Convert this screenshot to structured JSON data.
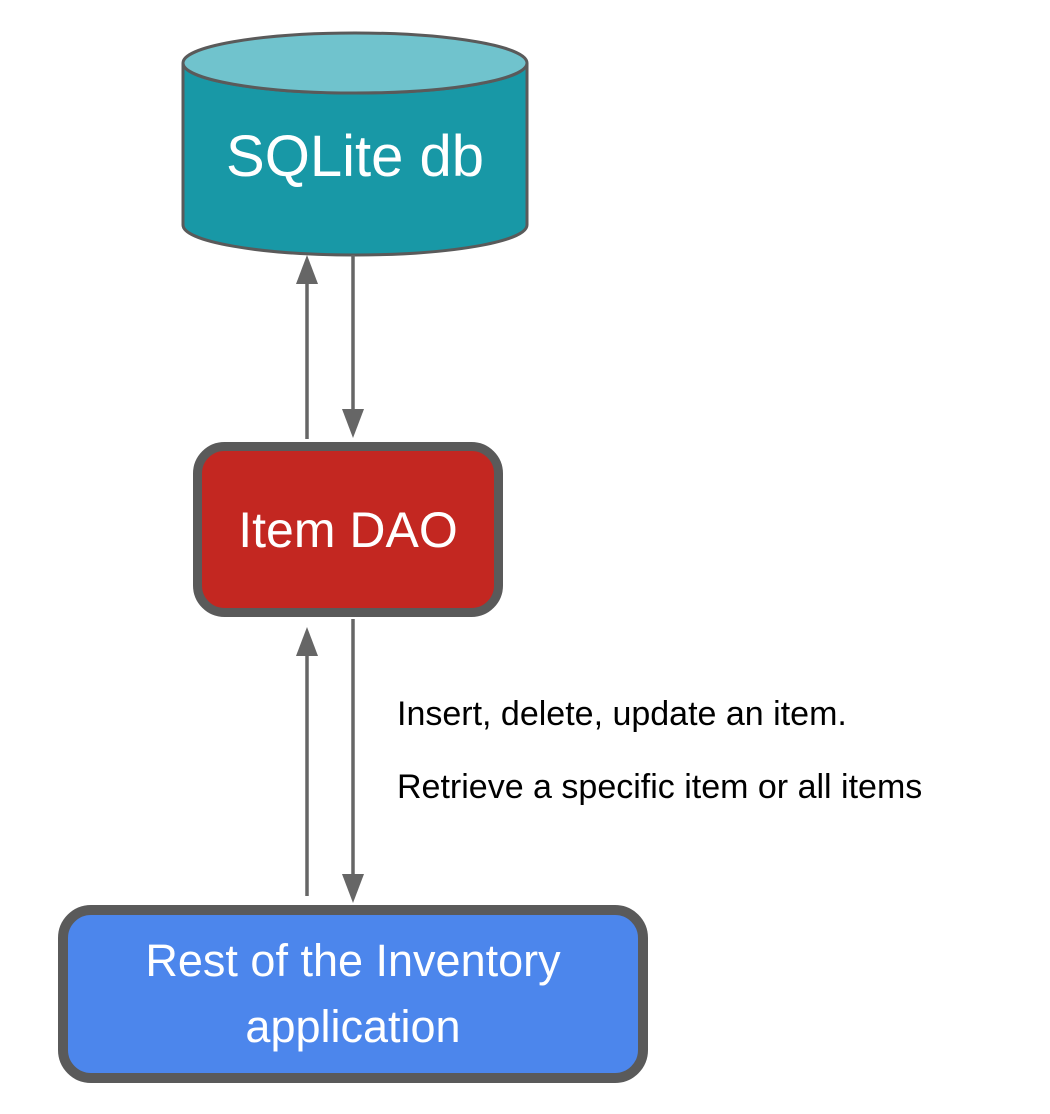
{
  "nodes": {
    "database": {
      "label": "SQLite db",
      "shape": "cylinder"
    },
    "dao": {
      "label": "Item DAO",
      "shape": "rounded-rectangle"
    },
    "app": {
      "label": "Rest of the Inventory application",
      "shape": "rounded-rectangle"
    }
  },
  "edges": [
    {
      "from": "dao",
      "to": "database",
      "direction": "up"
    },
    {
      "from": "database",
      "to": "dao",
      "direction": "down"
    },
    {
      "from": "app",
      "to": "dao",
      "direction": "up"
    },
    {
      "from": "dao",
      "to": "app",
      "direction": "down"
    }
  ],
  "annotation": {
    "line1": "Insert, delete, update an item.",
    "line2": "Retrieve a specific item or all items"
  },
  "colors": {
    "db_body": "#1898a6",
    "db_top": "#70c3cd",
    "dao_fill": "#c32721",
    "app_fill": "#4c86ec",
    "node_border": "#5a5a5a",
    "arrow": "#666666",
    "label_text": "#ffffff",
    "annotation_text": "#000000",
    "background": "#ffffff"
  }
}
